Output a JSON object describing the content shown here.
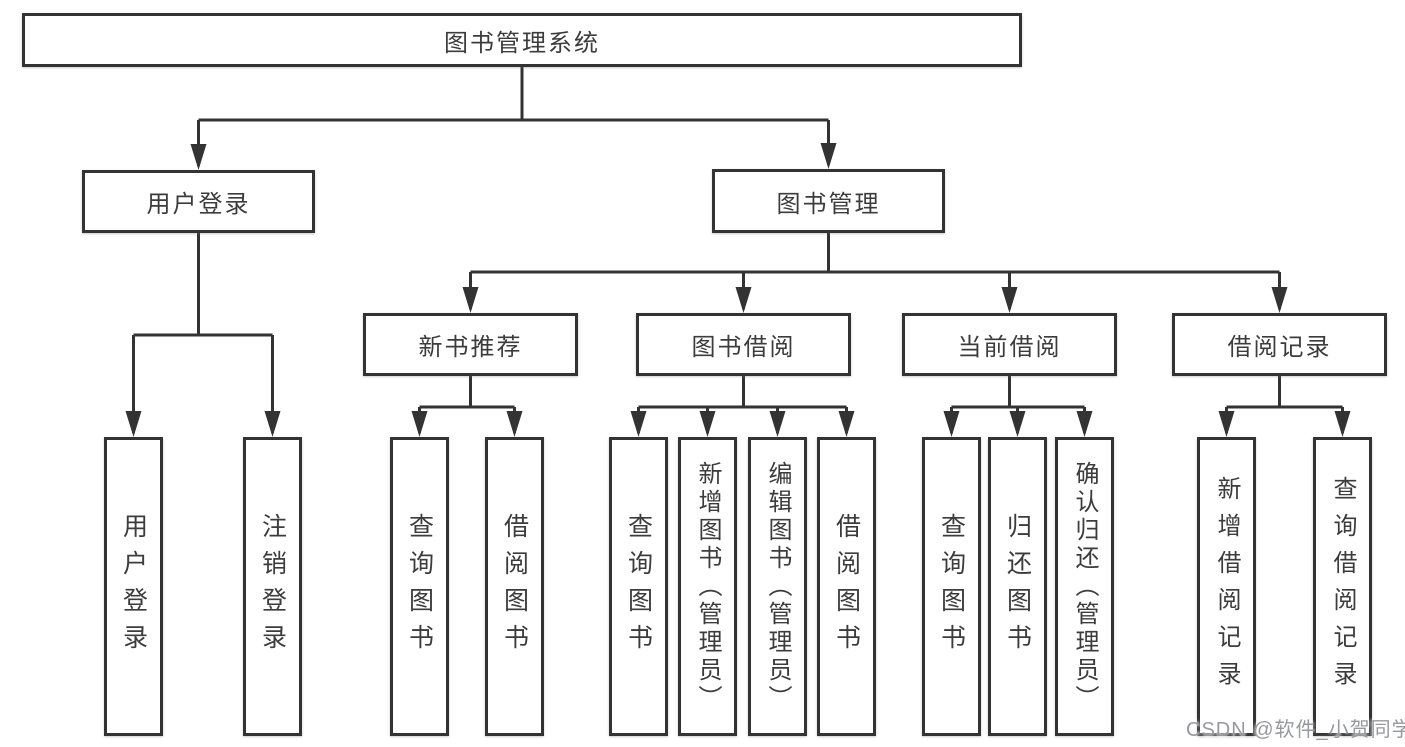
{
  "diagram": {
    "root": {
      "label": "图书管理系统"
    },
    "level2": [
      {
        "id": "user-login",
        "label": "用户登录"
      },
      {
        "id": "book-management",
        "label": "图书管理"
      }
    ],
    "level3": [
      {
        "id": "new-book-recommendation",
        "parent": "book-management",
        "label": "新书推荐"
      },
      {
        "id": "book-borrowing",
        "parent": "book-management",
        "label": "图书借阅"
      },
      {
        "id": "current-borrowing",
        "parent": "book-management",
        "label": "当前借阅"
      },
      {
        "id": "borrowing-records",
        "parent": "book-management",
        "label": "借阅记录"
      }
    ],
    "level4": [
      {
        "parent": "user-login",
        "label": "用户登录"
      },
      {
        "parent": "user-login",
        "label": "注销登录"
      },
      {
        "parent": "new-book-recommendation",
        "label": "查询图书"
      },
      {
        "parent": "new-book-recommendation",
        "label": "借阅图书"
      },
      {
        "parent": "book-borrowing",
        "label": "查询图书"
      },
      {
        "parent": "book-borrowing",
        "label": "新增图书（管理员）"
      },
      {
        "parent": "book-borrowing",
        "label": "编辑图书（管理员）"
      },
      {
        "parent": "book-borrowing",
        "label": "借阅图书"
      },
      {
        "parent": "current-borrowing",
        "label": "查询图书"
      },
      {
        "parent": "current-borrowing",
        "label": "归还图书"
      },
      {
        "parent": "current-borrowing",
        "label": "确认归还（管理员）"
      },
      {
        "parent": "borrowing-records",
        "label": "新增借阅记录"
      },
      {
        "parent": "borrowing-records",
        "label": "查询借阅记录"
      }
    ],
    "watermark": "CSDN @软件_小贺同学",
    "colors": {
      "line": "#333333",
      "text": "#3c3c3c",
      "watermark": "#98999c",
      "background": "#ffffff"
    }
  }
}
